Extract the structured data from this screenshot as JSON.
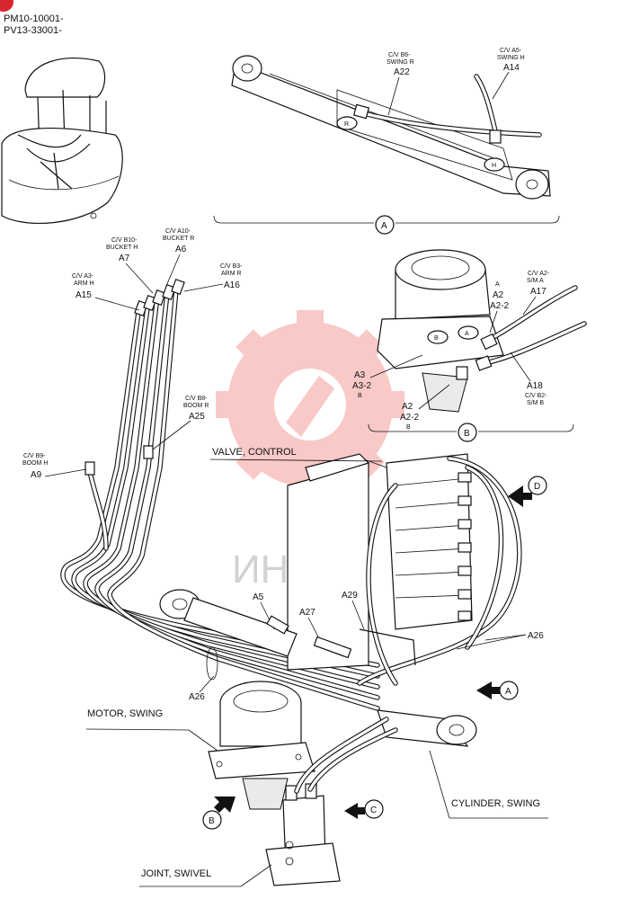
{
  "header": {
    "serial_1": "PM10-10001-",
    "serial_2": "PV13-33001-"
  },
  "watermark": {
    "text": "ИНТЕК",
    "color": "#e8423a"
  },
  "detail_a": {
    "callout": "A",
    "a22": {
      "code": "C/V B6-",
      "desc": "SWING R",
      "ref": "A22"
    },
    "a14": {
      "code": "C/V A5-",
      "desc": "SWING H",
      "ref": "A14"
    },
    "port_r": "R",
    "port_h": "H"
  },
  "detail_b": {
    "callout": "B",
    "port_a": "A",
    "port_b": "B",
    "a2_group": {
      "l1": "A",
      "l2": "A2",
      "l3": "A2-2"
    },
    "a17": {
      "code": "C/V A2-",
      "desc": "S/M A",
      "ref": "A17"
    },
    "a3_group": {
      "l1": "A3",
      "l2": "A3-2",
      "l3": "B"
    },
    "a2b_group": {
      "l1": "A2",
      "l2": "A2-2",
      "l3": "B"
    },
    "a18": {
      "ref": "A18",
      "code": "C/V B2-",
      "desc": "S/M B"
    }
  },
  "main": {
    "a7": {
      "code": "C/V B10-",
      "desc": "BUCKET H",
      "ref": "A7"
    },
    "a6": {
      "code": "C/V A10-",
      "desc": "BUCKET R",
      "ref": "A6"
    },
    "a15": {
      "code": "C/V A3-",
      "desc": "ARM H",
      "ref": "A15"
    },
    "a16": {
      "code": "C/V B3-",
      "desc": "ARM R",
      "ref": "A16"
    },
    "a25": {
      "code": "C/V B8-",
      "desc": "BOOM R",
      "ref": "A25"
    },
    "a9": {
      "code": "C/V B9-",
      "desc": "BOOM H",
      "ref": "A9"
    },
    "valve_control": "VALVE, CONTROL",
    "a5": "A5",
    "a27": "A27",
    "a29": "A29",
    "a26_right": "A26",
    "a26_left": "A26",
    "motor_swing": "MOTOR, SWING",
    "cylinder_swing": "CYLINDER, SWING",
    "joint_swivel": "JOINT, SWIVEL",
    "view_d": "D",
    "view_a": "A",
    "view_b": "B",
    "view_c": "C"
  }
}
